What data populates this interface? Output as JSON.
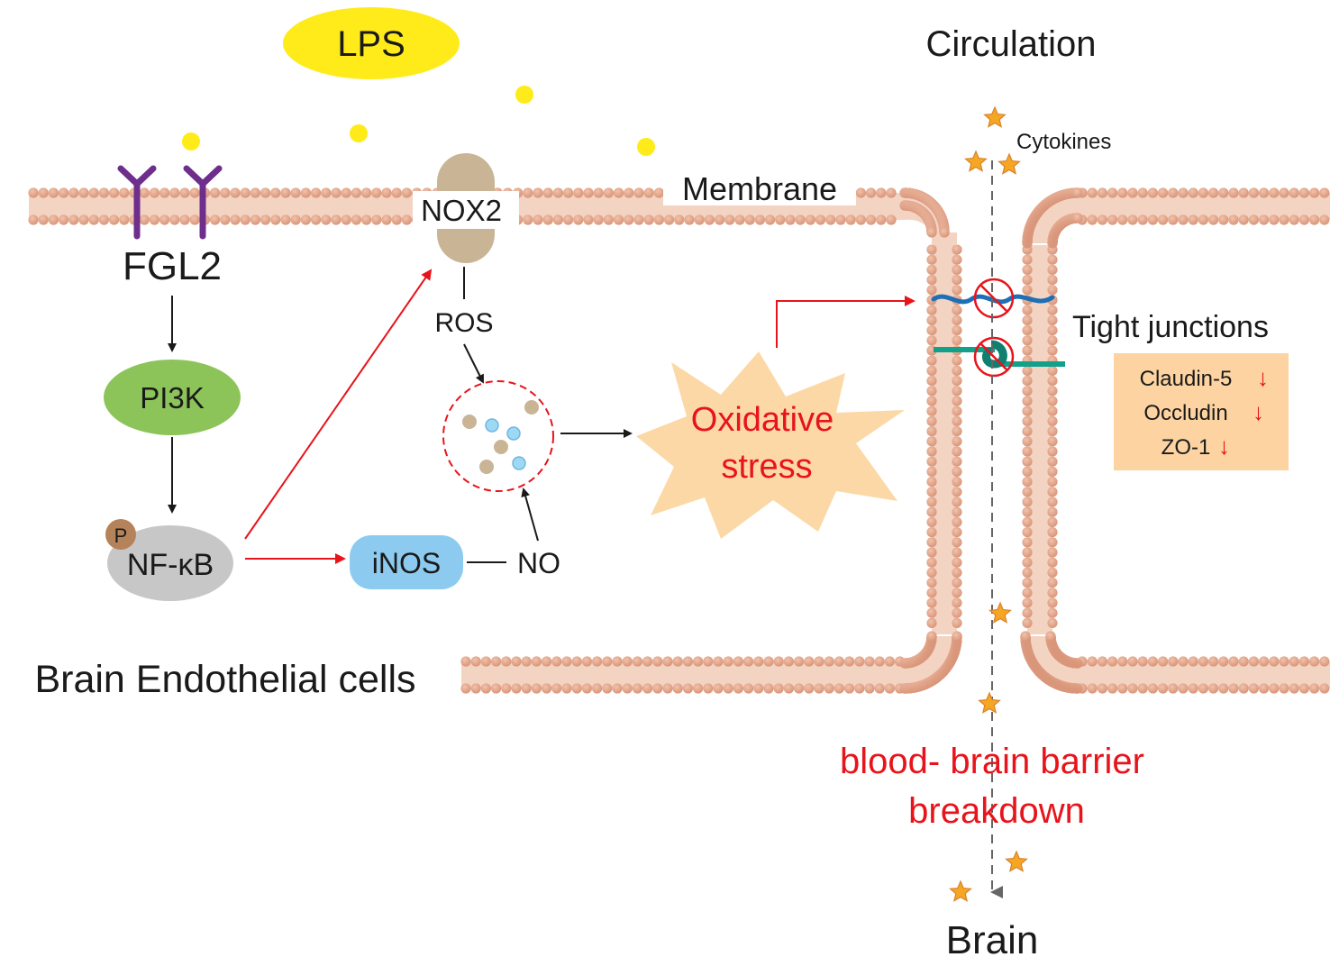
{
  "labels": {
    "lps": "LPS",
    "circulation": "Circulation",
    "cytokines": "Cytokines",
    "membrane": "Membrane",
    "nox2": "NOX2",
    "fgl2": "FGL2",
    "ros": "ROS",
    "pi3k": "PI3K",
    "nfkb": "NF-κB",
    "phospho": "P",
    "inos": "iNOS",
    "no": "NO",
    "oxidative_line1": "Oxidative",
    "oxidative_line2": "stress",
    "tight_junctions": "Tight junctions",
    "claudin": "Claudin-5",
    "occludin": "Occludin",
    "zo1": "ZO-1",
    "down_arrow": "↓",
    "cells": "Brain Endothelial cells",
    "bbb_line1": "blood- brain barrier",
    "bbb_line2": "breakdown",
    "brain": "Brain"
  },
  "colors": {
    "membrane": "#e6a98e",
    "membrane_tail": "#f3d3c2",
    "lps": "#ffeb1a",
    "nox2": "#c9b596",
    "pi3k": "#8cc45a",
    "nfkb": "#c7c7c7",
    "phospho": "#b5835a",
    "inos": "#8ccbef",
    "receptor": "#6e2e8c",
    "stress": "#fcd8a6",
    "tj_box": "#fcd3a1",
    "red": "#e8141b",
    "claudin_strand": "#1f6fb5",
    "occludin_strand": "#11a08a",
    "cytokine_star": "#f5a623"
  }
}
